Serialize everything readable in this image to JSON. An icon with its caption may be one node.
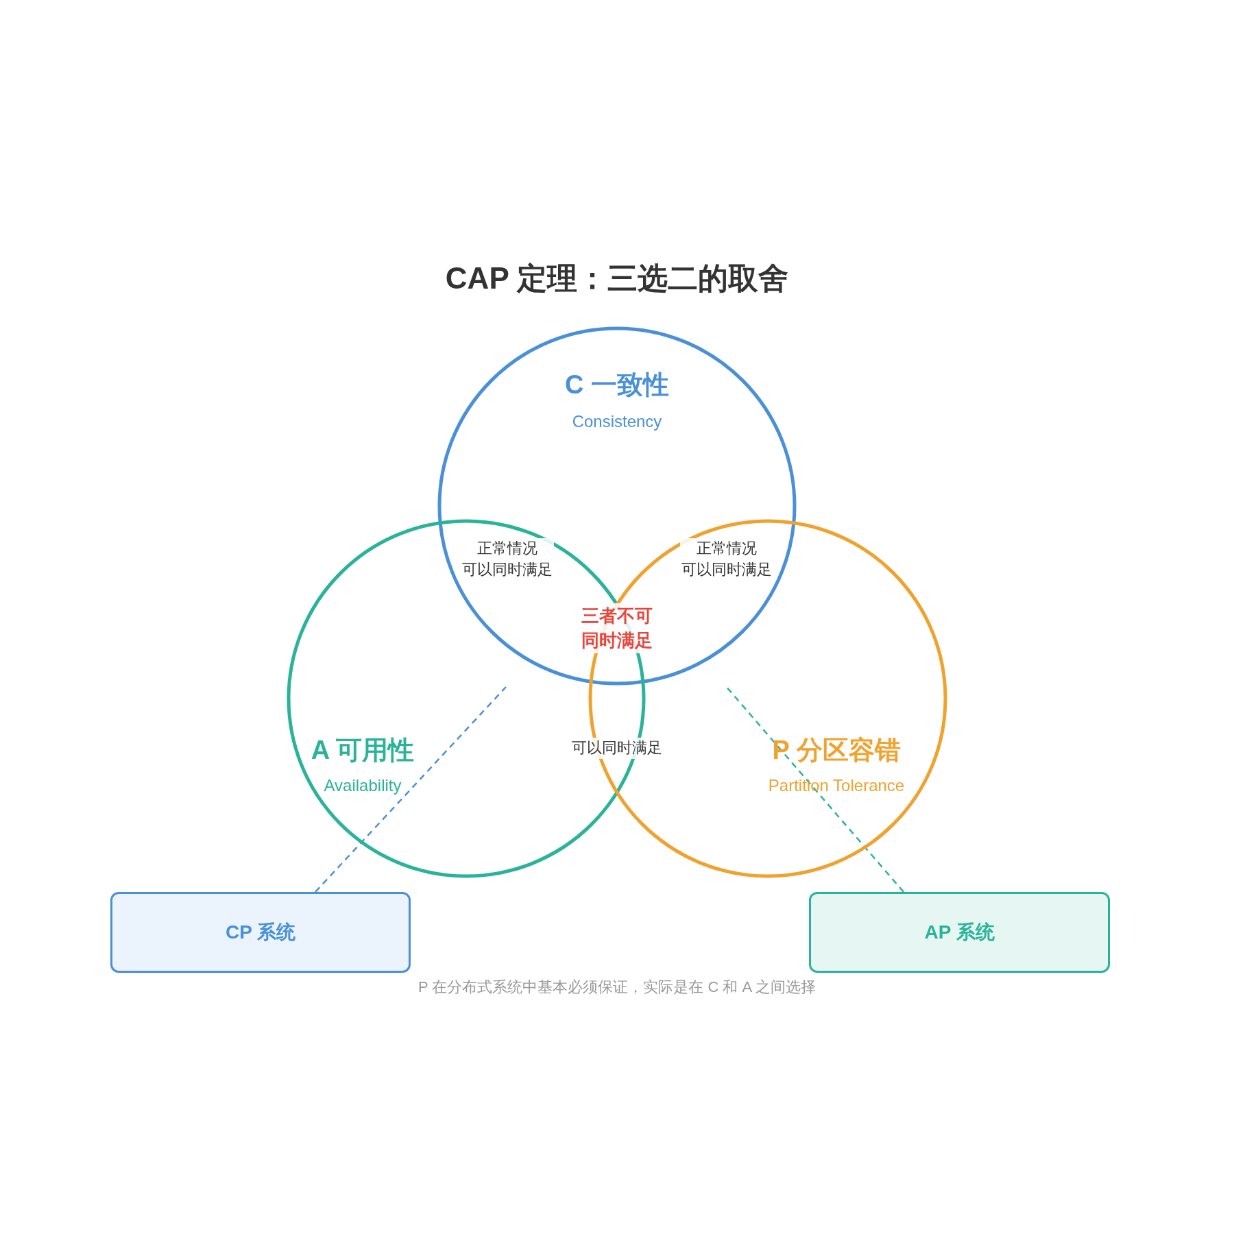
{
  "diagram": {
    "title": "CAP 定理：三选二的取舍",
    "caption": "P 在分布式系统中基本必须保证，实际是在 C 和 A 之间选择",
    "nodes": [
      {
        "text": [
          "C 一致性",
          "Consistency"
        ]
      },
      {
        "text": [
          "A 可用性",
          "Availability"
        ]
      },
      {
        "text": [
          "P 分区容错",
          "Partition Tolerance"
        ]
      },
      {
        "text": [
          "CP 系统"
        ]
      },
      {
        "text": [
          "AP 系统"
        ]
      }
    ],
    "edges": [
      {
        "from": 3,
        "to": null,
        "arrow": "none",
        "style": "dashed",
        "color": "#4a90d9"
      },
      {
        "from": 4,
        "to": null,
        "arrow": "none",
        "style": "dashed",
        "color": "#2bb39a"
      }
    ],
    "labels": [
      "正常情况可以同时满足",
      "正常情况可以同时满足",
      "三者不可同时满足",
      "可以同时满足"
    ]
  }
}
